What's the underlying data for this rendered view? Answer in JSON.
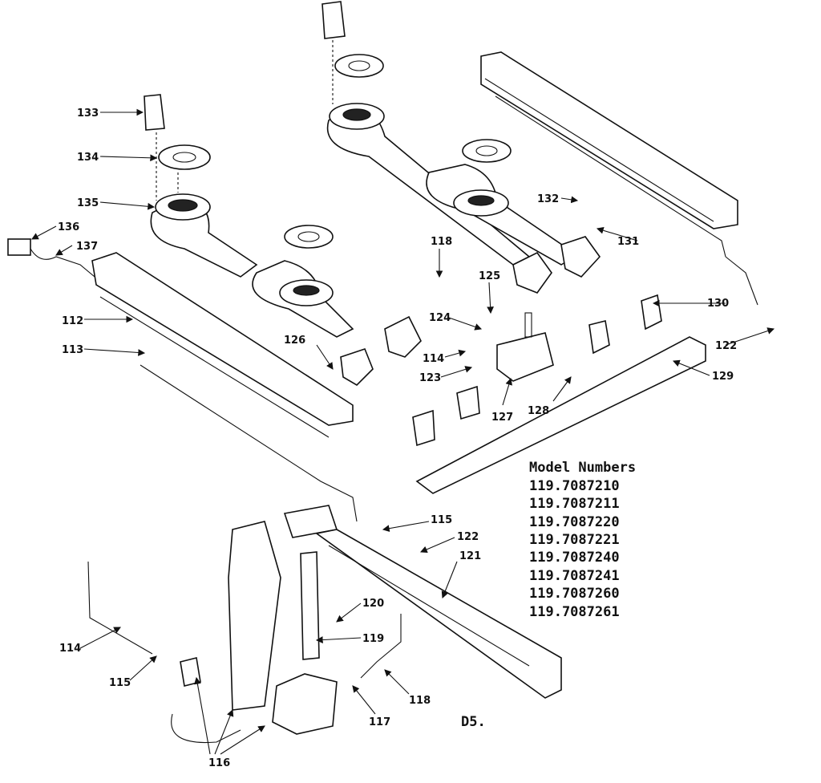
{
  "labels": {
    "l112": "112",
    "l113": "113",
    "l114": "114",
    "l115a": "115",
    "l115b": "115",
    "l116": "116",
    "l117": "117",
    "l118a": "118",
    "l118b": "118",
    "l119": "119",
    "l120": "120",
    "l121": "121",
    "l122a": "122",
    "l122b": "122",
    "l123": "123",
    "l124": "124",
    "l125": "125",
    "l126": "126",
    "l127": "127",
    "l128": "128",
    "l129": "129",
    "l130": "130",
    "l131": "131",
    "l132": "132",
    "l133": "133",
    "l134": "134",
    "l135": "135",
    "l136": "136",
    "l137": "137"
  },
  "models": {
    "heading": "Model Numbers",
    "numbers": [
      "119.7087210",
      "119.7087211",
      "119.7087220",
      "119.7087221",
      "119.7087240",
      "119.7087241",
      "119.7087260",
      "119.7087261"
    ]
  },
  "page_code": "D5."
}
